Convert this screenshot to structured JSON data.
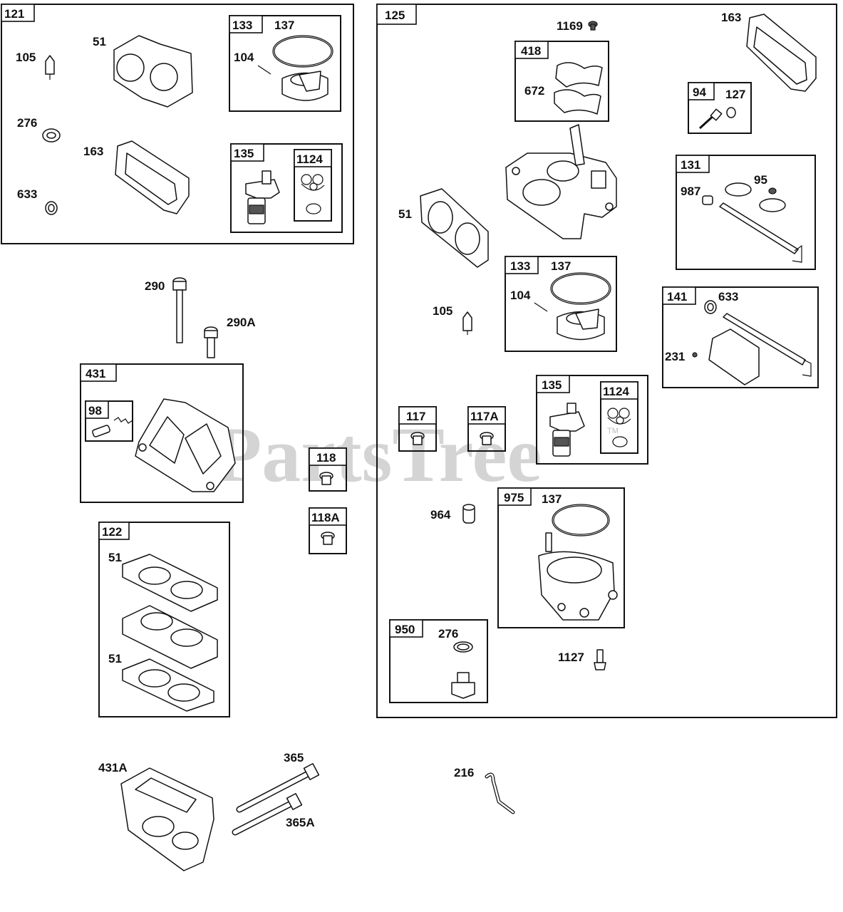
{
  "watermark": "PartsTree",
  "trademark": "TM",
  "labels": {
    "g121": "121",
    "p51a": "51",
    "p105a": "105",
    "p276a": "276",
    "p163a": "163",
    "p633a": "633",
    "g133a": "133",
    "p137a": "137",
    "p104a": "104",
    "g135a": "135",
    "g1124a": "1124",
    "p290": "290",
    "p290A": "290A",
    "g431": "431",
    "g98": "98",
    "g118": "118",
    "g118A": "118A",
    "g122": "122",
    "p51b": "51",
    "p51c": "51",
    "p431A": "431A",
    "p365": "365",
    "p365A": "365A",
    "p216": "216",
    "g125": "125",
    "p1169": "1169",
    "p163b": "163",
    "g418": "418",
    "p672": "672",
    "g94": "94",
    "p127a": "127",
    "g131": "131",
    "p95": "95",
    "p987": "987",
    "p51d": "51",
    "g133b": "133",
    "p137b": "137",
    "p104b": "104",
    "p105b": "105",
    "g141": "141",
    "p633b": "633",
    "p231": "231",
    "g117": "117",
    "g117A": "117A",
    "g135b": "135",
    "g1124b": "1124",
    "g975": "975",
    "p137c": "137",
    "p964": "964",
    "g950": "950",
    "p276b": "276",
    "p1127": "1127"
  }
}
